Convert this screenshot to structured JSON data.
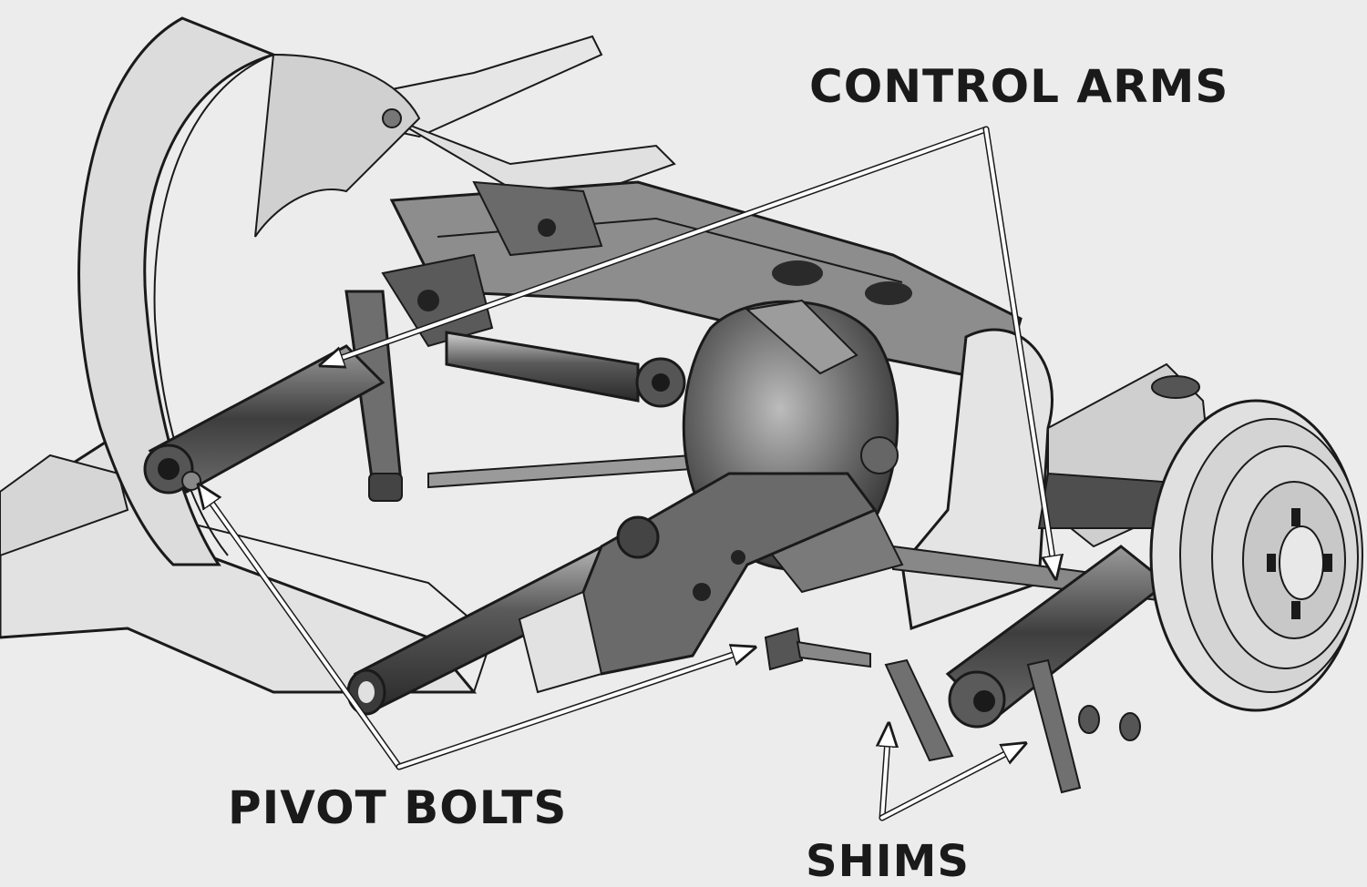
{
  "labels": {
    "control_arms": "CONTROL ARMS",
    "pivot_bolts": "PIVOT BOLTS",
    "shims": "SHIMS"
  },
  "colors": {
    "background": "#ececec",
    "ink": "#1a1a1a",
    "metal_dark": "#4a4a4a",
    "metal_mid": "#8a8a8a",
    "metal_light": "#bdbdbd",
    "tire": "#dcdcdc"
  },
  "icons": [
    "arrow-icon"
  ]
}
